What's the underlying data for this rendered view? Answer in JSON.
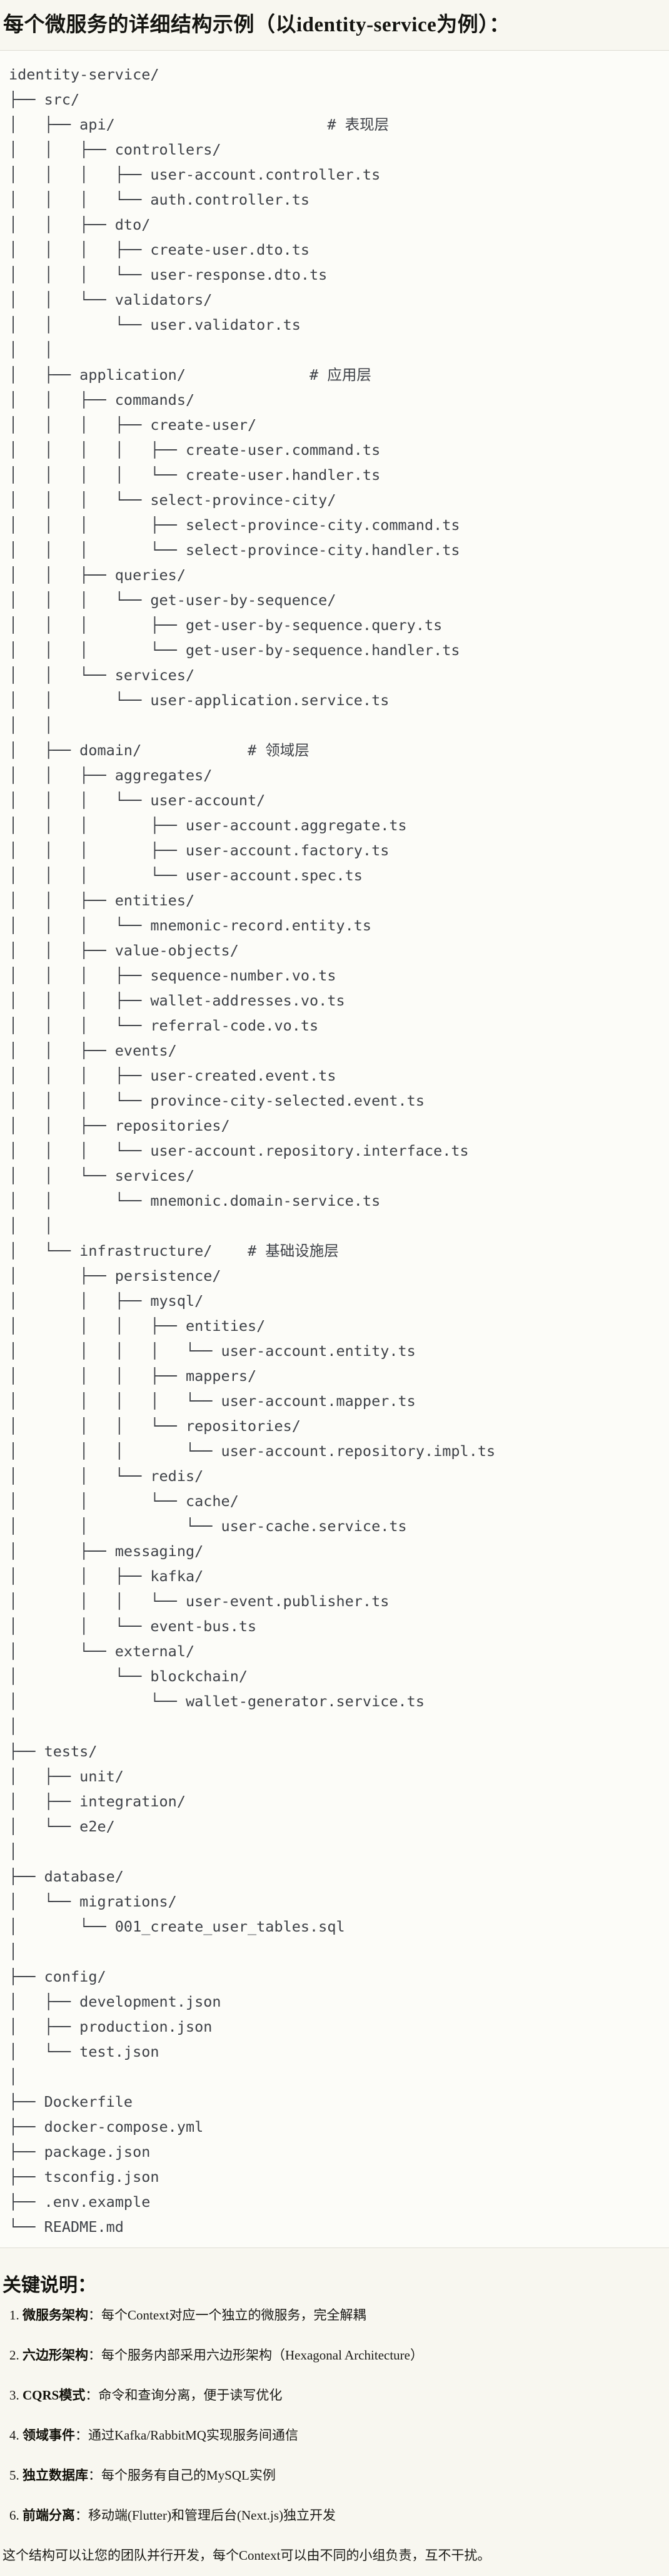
{
  "page": {
    "title": "每个微服务的详细结构示例（以identity-service为例）：",
    "closing": "这个结构可以让您的团队并行开发，每个Context可以由不同的小组负责，互不干扰。"
  },
  "tree": {
    "lines": [
      "identity-service/",
      "├── src/",
      "│   ├── api/                        # 表现层",
      "│   │   ├── controllers/",
      "│   │   │   ├── user-account.controller.ts",
      "│   │   │   └── auth.controller.ts",
      "│   │   ├── dto/",
      "│   │   │   ├── create-user.dto.ts",
      "│   │   │   └── user-response.dto.ts",
      "│   │   └── validators/",
      "│   │       └── user.validator.ts",
      "│   │",
      "│   ├── application/              # 应用层",
      "│   │   ├── commands/",
      "│   │   │   ├── create-user/",
      "│   │   │   │   ├── create-user.command.ts",
      "│   │   │   │   └── create-user.handler.ts",
      "│   │   │   └── select-province-city/",
      "│   │   │       ├── select-province-city.command.ts",
      "│   │   │       └── select-province-city.handler.ts",
      "│   │   ├── queries/",
      "│   │   │   └── get-user-by-sequence/",
      "│   │   │       ├── get-user-by-sequence.query.ts",
      "│   │   │       └── get-user-by-sequence.handler.ts",
      "│   │   └── services/",
      "│   │       └── user-application.service.ts",
      "│   │",
      "│   ├── domain/            # 领域层",
      "│   │   ├── aggregates/",
      "│   │   │   └── user-account/",
      "│   │   │       ├── user-account.aggregate.ts",
      "│   │   │       ├── user-account.factory.ts",
      "│   │   │       └── user-account.spec.ts",
      "│   │   ├── entities/",
      "│   │   │   └── mnemonic-record.entity.ts",
      "│   │   ├── value-objects/",
      "│   │   │   ├── sequence-number.vo.ts",
      "│   │   │   ├── wallet-addresses.vo.ts",
      "│   │   │   └── referral-code.vo.ts",
      "│   │   ├── events/",
      "│   │   │   ├── user-created.event.ts",
      "│   │   │   └── province-city-selected.event.ts",
      "│   │   ├── repositories/",
      "│   │   │   └── user-account.repository.interface.ts",
      "│   │   └── services/",
      "│   │       └── mnemonic.domain-service.ts",
      "│   │",
      "│   └── infrastructure/    # 基础设施层",
      "│       ├── persistence/",
      "│       │   ├── mysql/",
      "│       │   │   ├── entities/",
      "│       │   │   │   └── user-account.entity.ts",
      "│       │   │   ├── mappers/",
      "│       │   │   │   └── user-account.mapper.ts",
      "│       │   │   └── repositories/",
      "│       │   │       └── user-account.repository.impl.ts",
      "│       │   └── redis/",
      "│       │       └── cache/",
      "│       │           └── user-cache.service.ts",
      "│       ├── messaging/",
      "│       │   ├── kafka/",
      "│       │   │   └── user-event.publisher.ts",
      "│       │   └── event-bus.ts",
      "│       └── external/",
      "│           └── blockchain/",
      "│               └── wallet-generator.service.ts",
      "│",
      "├── tests/",
      "│   ├── unit/",
      "│   ├── integration/",
      "│   └── e2e/",
      "│",
      "├── database/",
      "│   └── migrations/",
      "│       └── 001_create_user_tables.sql",
      "│",
      "├── config/",
      "│   ├── development.json",
      "│   ├── production.json",
      "│   └── test.json",
      "│",
      "├── Dockerfile",
      "├── docker-compose.yml",
      "├── package.json",
      "├── tsconfig.json",
      "├── .env.example",
      "└── README.md"
    ]
  },
  "notes": {
    "heading": "关键说明：",
    "label_suffix": "：",
    "items": [
      {
        "label": "微服务架构",
        "text": "每个Context对应一个独立的微服务，完全解耦"
      },
      {
        "label": "六边形架构",
        "text": "每个服务内部采用六边形架构（Hexagonal Architecture）"
      },
      {
        "label": "CQRS模式",
        "text": "命令和查询分离，便于读写优化"
      },
      {
        "label": "领域事件",
        "text": "通过Kafka/RabbitMQ实现服务间通信"
      },
      {
        "label": "独立数据库",
        "text": "每个服务有自己的MySQL实例"
      },
      {
        "label": "前端分离",
        "text": "移动端(Flutter)和管理后台(Next.js)独立开发"
      }
    ]
  },
  "colors": {
    "page_background": "#F8F7F0",
    "code_box_background": "#FCFCF8",
    "code_box_border": "#DDDCD4",
    "tree_text": "#3E4147",
    "heading_text": "#141410",
    "body_text": "#1A1915"
  }
}
